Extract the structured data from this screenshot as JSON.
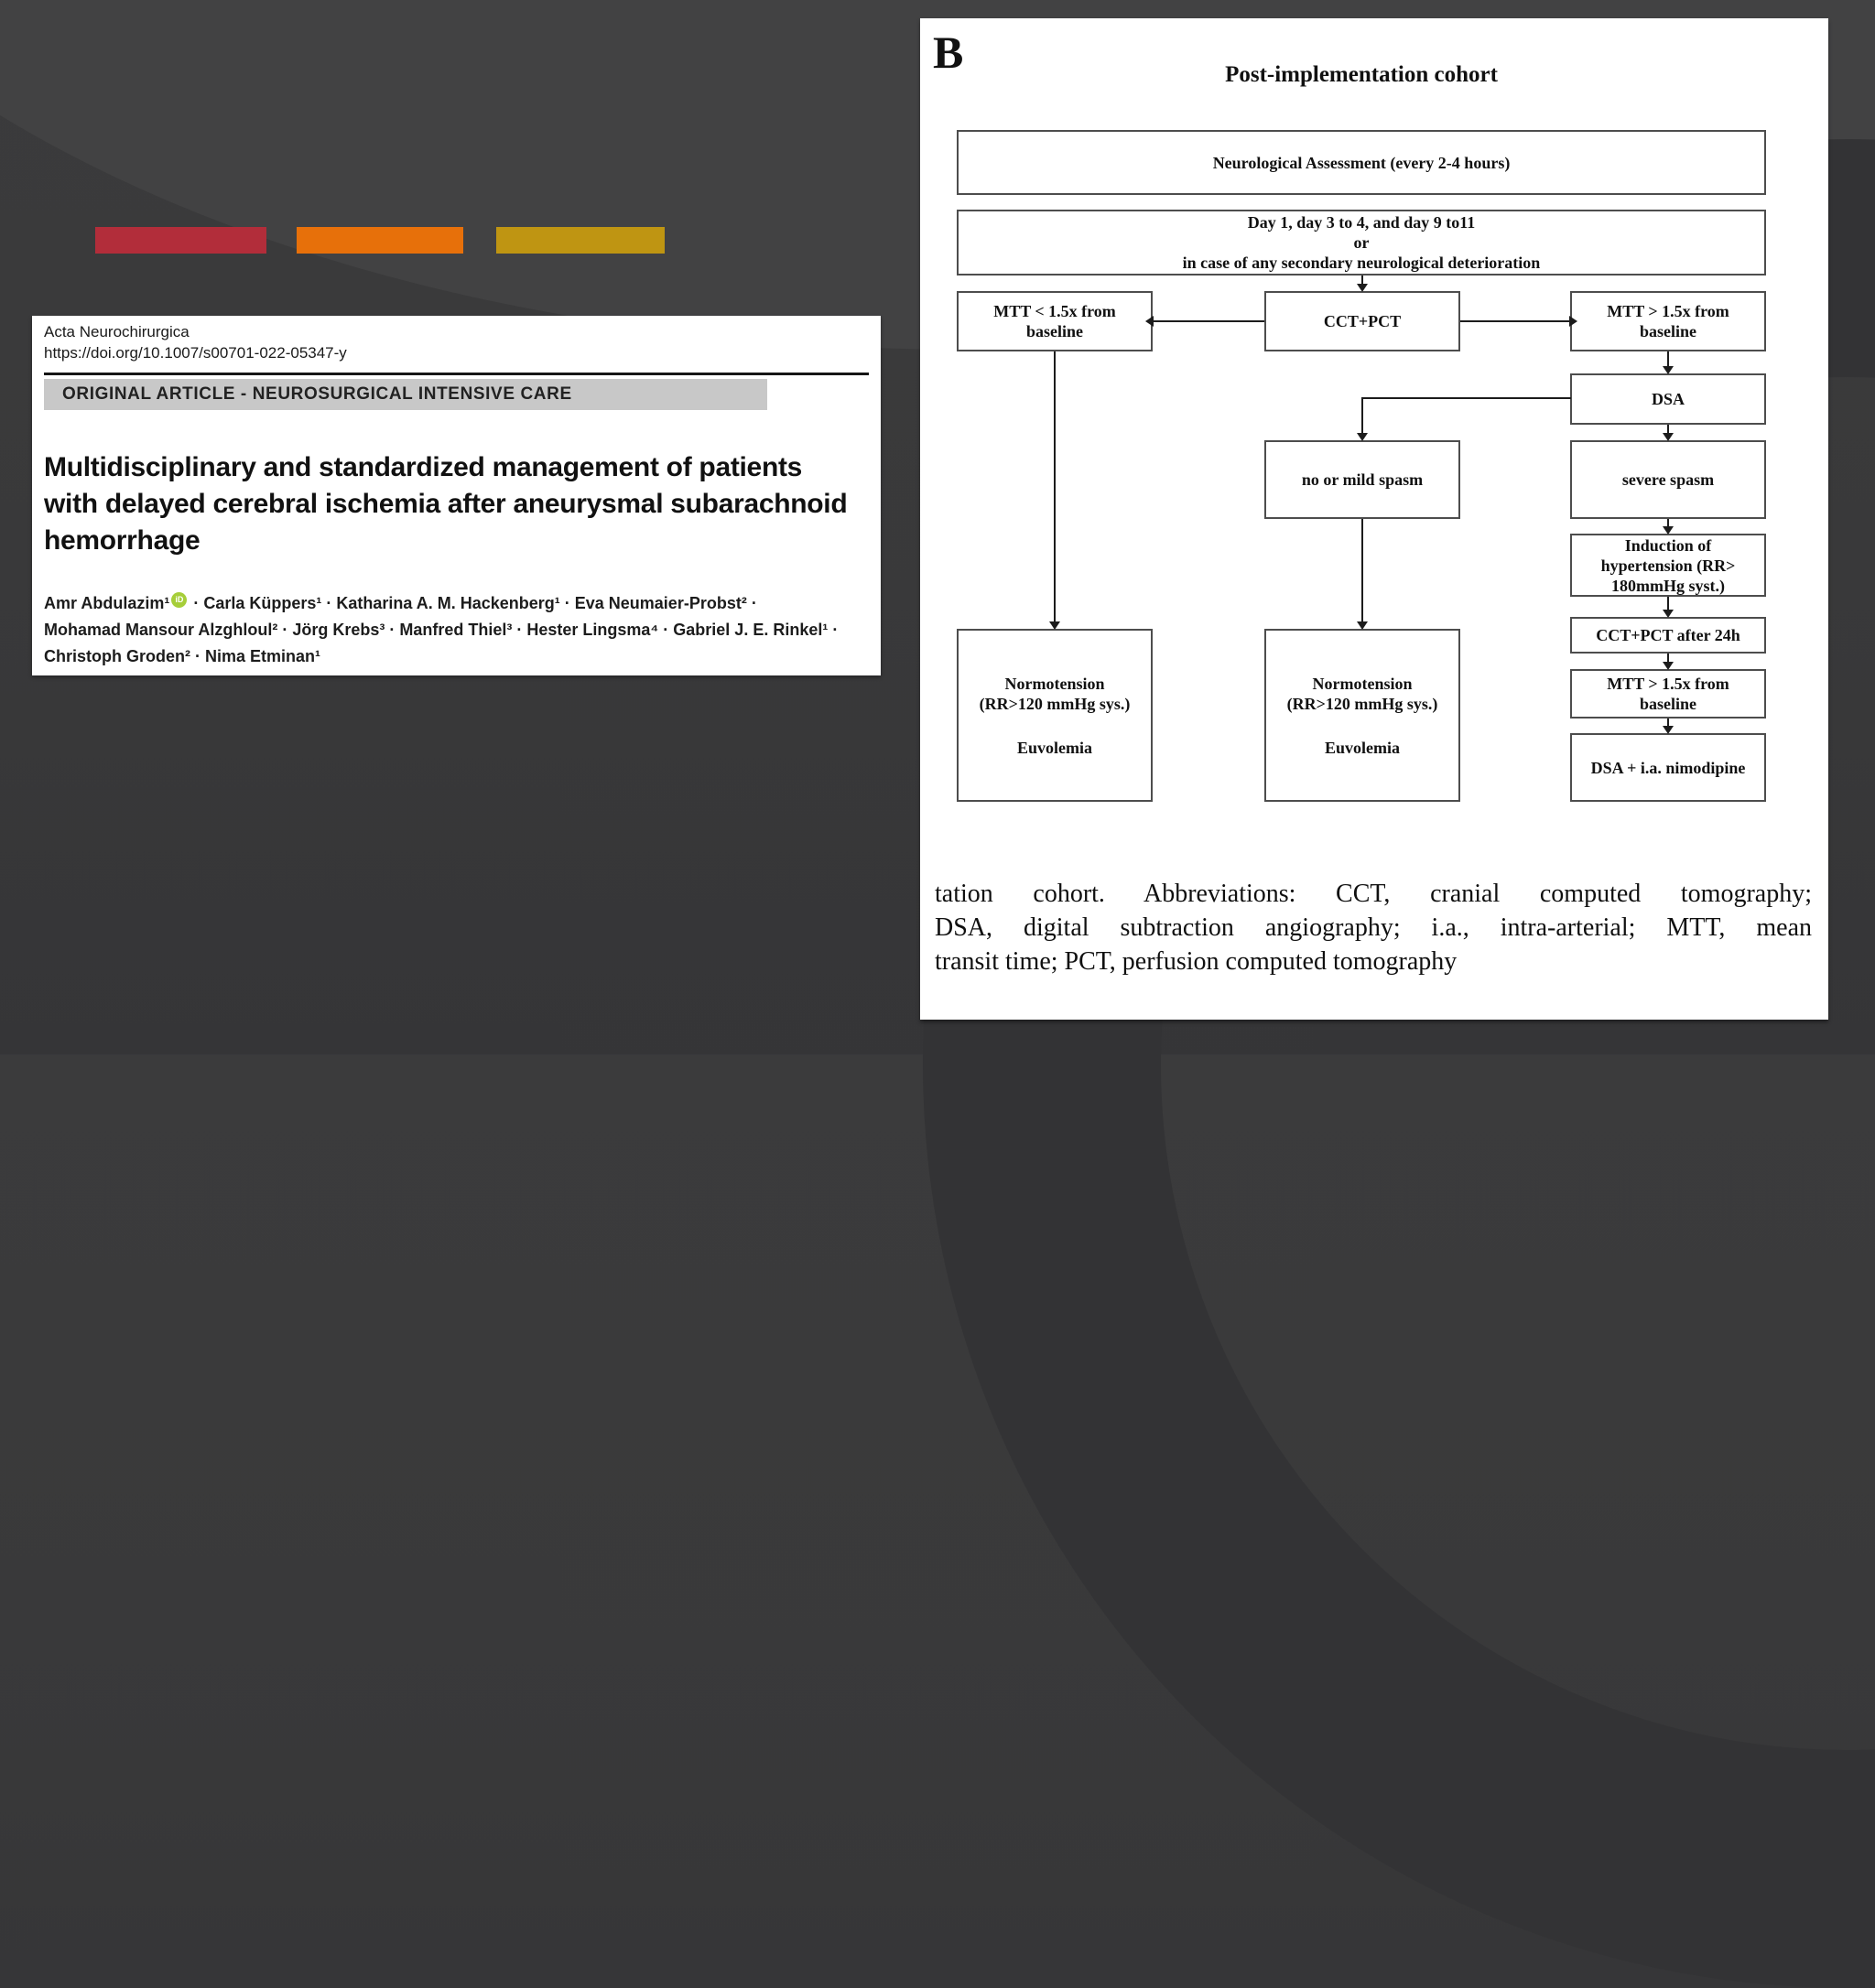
{
  "decor": {
    "bars": [
      {
        "name": "red-bar",
        "color": "#b22d3a"
      },
      {
        "name": "orange-bar",
        "color": "#e7700a"
      },
      {
        "name": "olive-bar",
        "color": "#bf9512"
      }
    ]
  },
  "paper": {
    "journal": "Acta Neurochirurgica",
    "doi": "https://doi.org/10.1007/s00701-022-05347-y",
    "section_banner": "ORIGINAL ARTICLE - NEUROSURGICAL INTENSIVE CARE",
    "title_lines": [
      "Multidisciplinary and standardized management of patients",
      "with delayed cerebral ischemia after aneurysmal subarachnoid",
      "hemorrhage"
    ],
    "authors": {
      "line1_pre": "Amr Abdulazim¹",
      "orcid_icon_text": "iD",
      "line1_post": " · Carla Küppers¹ · Katharina A. M. Hackenberg¹ · Eva Neumaier-Probst² ·",
      "line2": "Mohamad Mansour Alzghloul² · Jörg Krebs³ · Manfred Thiel³ · Hester Lingsma⁴ · Gabriel J. E. Rinkel¹ ·",
      "line3": "Christoph Groden² · Nima Etminan¹"
    }
  },
  "figure": {
    "panel_label": "B",
    "title": "Post-implementation cohort",
    "boxes": {
      "assessment": "Neurological Assessment (every 2-4 hours)",
      "days_line1": "Day 1, day 3 to 4, and day 9 to11",
      "days_line2": "or",
      "days_line3": "in case of any secondary neurological deterioration",
      "mtt_lt": "MTT < 1.5x from baseline",
      "cct_pct": "CCT+PCT",
      "mtt_gt": "MTT > 1.5x from baseline",
      "dsa": "DSA",
      "no_mild_spasm": "no or mild spasm",
      "severe_spasm": "severe spasm",
      "induction": "Induction of hypertension (RR> 180mmHg syst.)",
      "cct_pct_24h": "CCT+PCT after 24h",
      "mtt_gt_2": "MTT > 1.5x from baseline",
      "dsa_nimodipine": "DSA + i.a. nimodipine",
      "normotension_line1": "Normotension",
      "normotension_line2": "(RR>120 mmHg sys.)",
      "euvolemia": "Euvolemia"
    },
    "caption_lines": [
      "tation cohort. Abbreviations: CCT, cranial computed tomography;",
      "DSA, digital subtraction angiography; i.a., intra-arterial; MTT, mean",
      "transit time; PCT, perfusion computed tomography"
    ]
  }
}
